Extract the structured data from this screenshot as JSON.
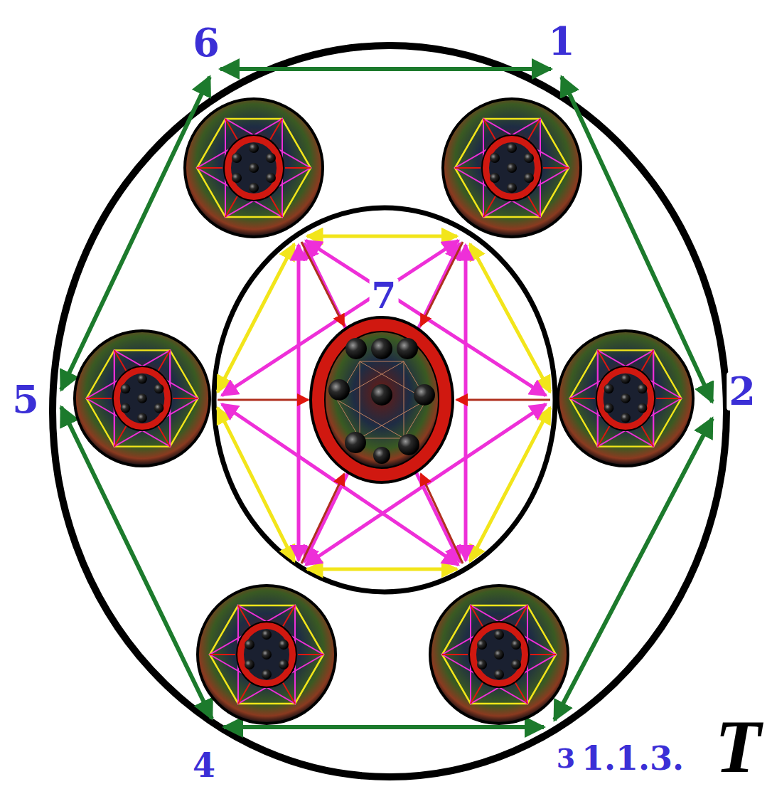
{
  "diagram": {
    "labels": [
      "6",
      "1",
      "7",
      "5",
      "2",
      "4",
      "3",
      "1.1.3.",
      "T"
    ]
  }
}
